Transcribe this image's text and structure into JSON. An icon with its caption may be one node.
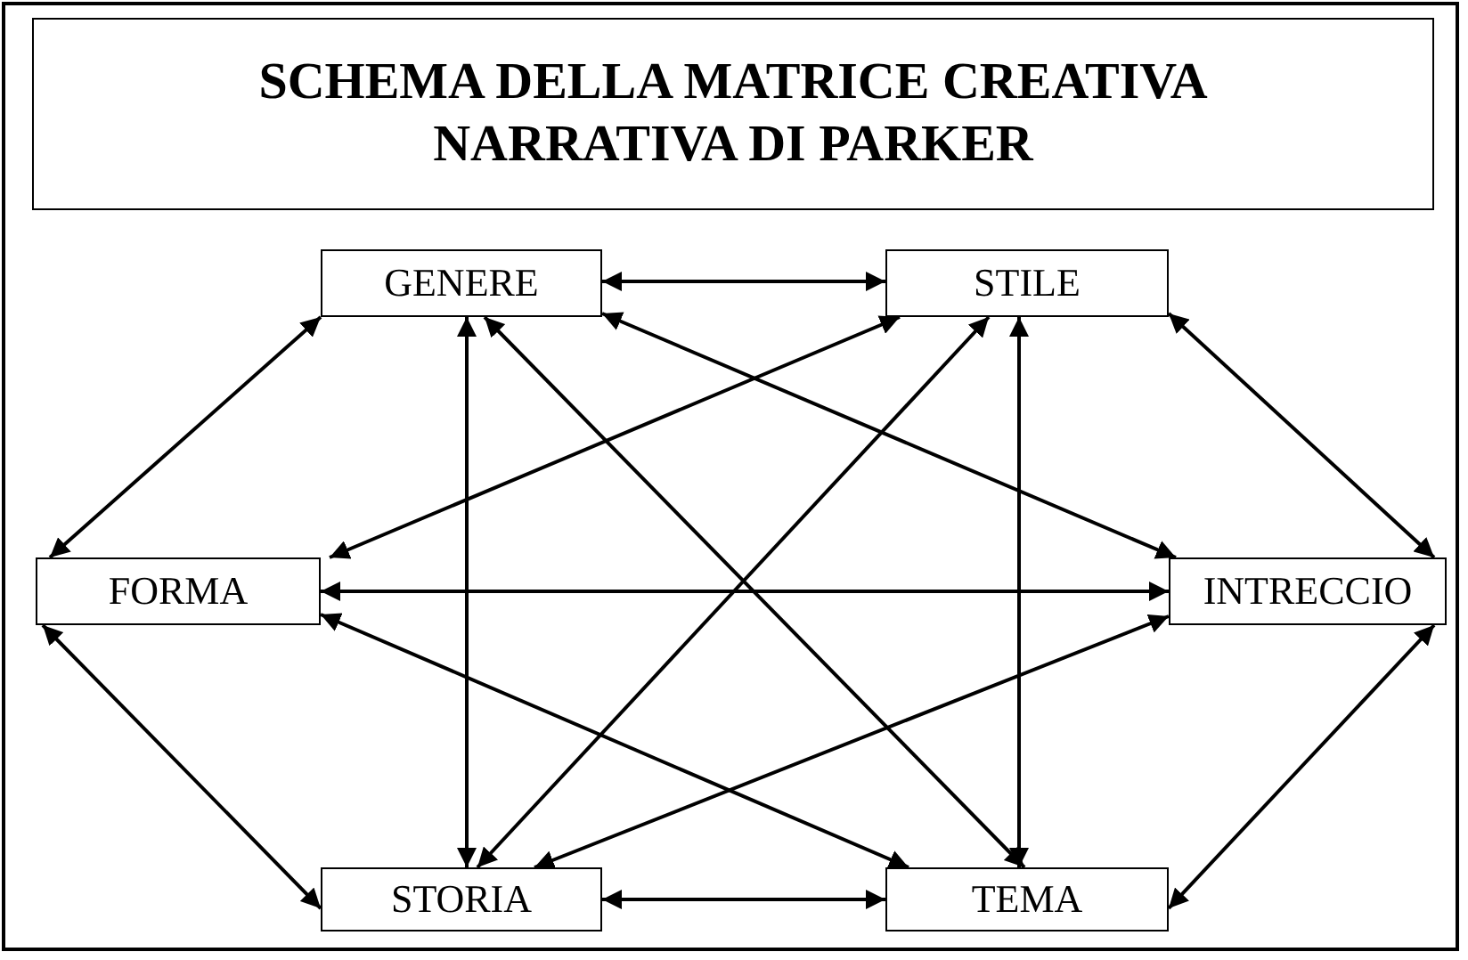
{
  "diagram": {
    "title": "SCHEMA DELLA MATRICE CREATIVA NARRATIVA DI PARKER",
    "nodes": [
      {
        "text": [
          "GENERE"
        ]
      },
      {
        "text": [
          "STILE"
        ]
      },
      {
        "text": [
          "FORMA"
        ]
      },
      {
        "text": [
          "INTRECCIO"
        ]
      },
      {
        "text": [
          "STORIA"
        ]
      },
      {
        "text": [
          "TEMA"
        ]
      }
    ],
    "edges": [
      {
        "from": 0,
        "to": 1,
        "arrow": "both"
      },
      {
        "from": 0,
        "to": 2,
        "arrow": "both"
      },
      {
        "from": 0,
        "to": 4,
        "arrow": "both"
      },
      {
        "from": 0,
        "to": 5,
        "arrow": "both"
      },
      {
        "from": 0,
        "to": 3,
        "arrow": "both"
      },
      {
        "from": 1,
        "to": 2,
        "arrow": "both"
      },
      {
        "from": 1,
        "to": 4,
        "arrow": "both"
      },
      {
        "from": 1,
        "to": 5,
        "arrow": "both"
      },
      {
        "from": 1,
        "to": 3,
        "arrow": "both"
      },
      {
        "from": 2,
        "to": 3,
        "arrow": "both"
      },
      {
        "from": 2,
        "to": 4,
        "arrow": "both"
      },
      {
        "from": 2,
        "to": 5,
        "arrow": "both"
      },
      {
        "from": 3,
        "to": 4,
        "arrow": "both"
      },
      {
        "from": 3,
        "to": 5,
        "arrow": "both"
      },
      {
        "from": 4,
        "to": 5,
        "arrow": "both"
      }
    ]
  }
}
